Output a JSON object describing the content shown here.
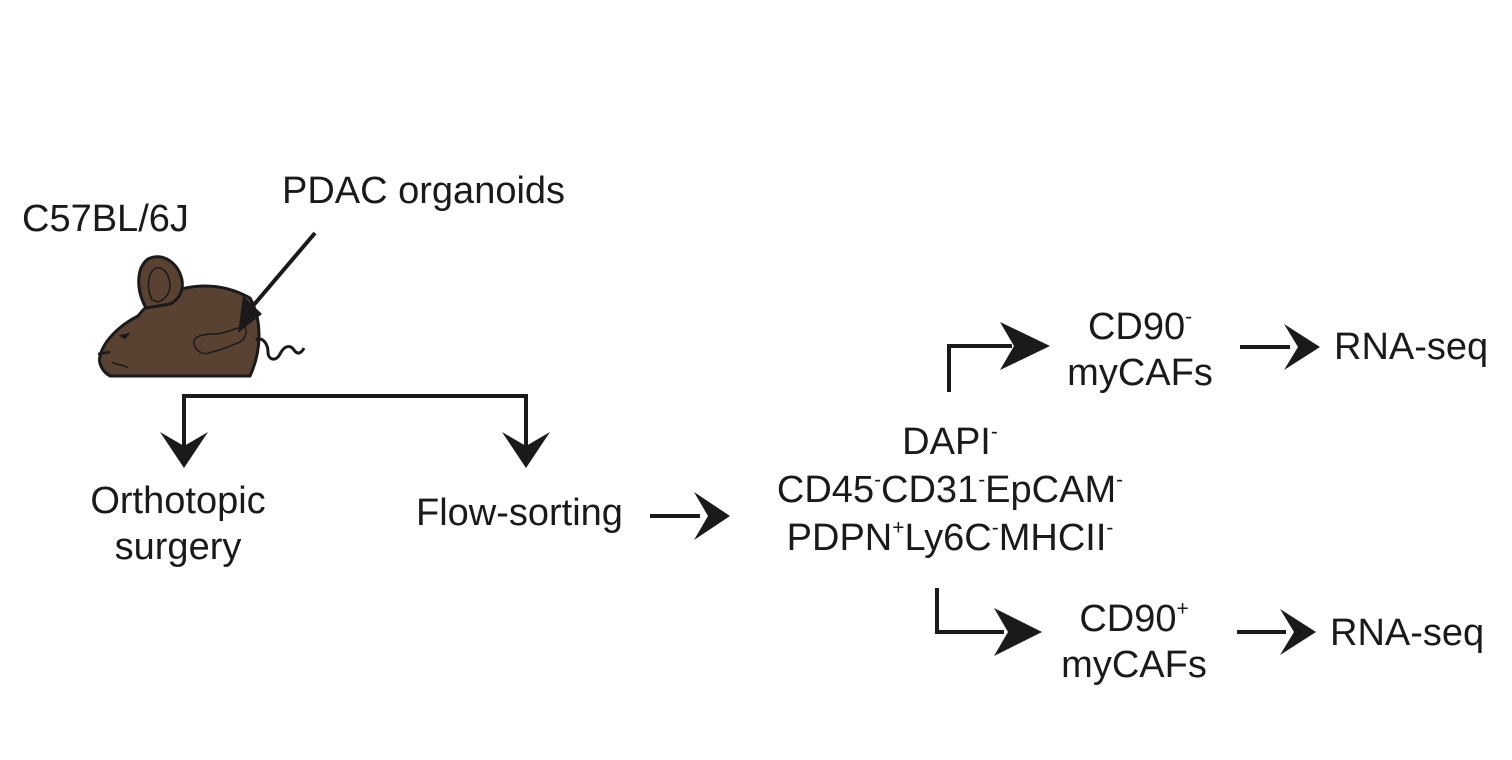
{
  "strain_label": "C57BL/6J",
  "injection_label": "PDAC organoids",
  "branch_left_line1": "Orthotopic",
  "branch_left_line2": "surgery",
  "branch_right_label": "Flow-sorting",
  "gate": {
    "line1": [
      {
        "text": "DAPI",
        "sup": "-"
      }
    ],
    "line2": [
      {
        "text": "CD45",
        "sup": "-"
      },
      {
        "text": "CD31",
        "sup": "-"
      },
      {
        "text": "EpCAM",
        "sup": "-"
      }
    ],
    "line3": [
      {
        "text": "PDPN",
        "sup": "+"
      },
      {
        "text": "Ly6C",
        "sup": "-"
      },
      {
        "text": "MHCII",
        "sup": "-"
      }
    ]
  },
  "top_population": {
    "marker": "CD90",
    "sup": "-",
    "name": "myCAFs",
    "output": "RNA-seq"
  },
  "bottom_population": {
    "marker": "CD90",
    "sup": "+",
    "name": "myCAFs",
    "output": "RNA-seq"
  },
  "colors": {
    "mouse_fill": "#5a4232",
    "stroke": "#1a1a1a"
  }
}
